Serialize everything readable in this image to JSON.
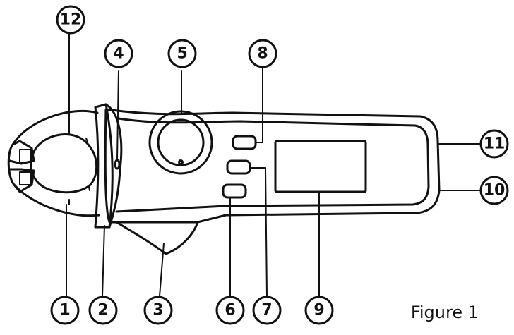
{
  "figure": {
    "caption": "Figure 1",
    "callouts": [
      {
        "id": "1",
        "label": "1"
      },
      {
        "id": "2",
        "label": "2"
      },
      {
        "id": "3",
        "label": "3"
      },
      {
        "id": "4",
        "label": "4"
      },
      {
        "id": "5",
        "label": "5"
      },
      {
        "id": "6",
        "label": "6"
      },
      {
        "id": "7",
        "label": "7"
      },
      {
        "id": "8",
        "label": "8"
      },
      {
        "id": "9",
        "label": "9"
      },
      {
        "id": "10",
        "label": "10"
      },
      {
        "id": "11",
        "label": "11"
      },
      {
        "id": "12",
        "label": "12"
      }
    ],
    "colors": {
      "stroke": "#111111",
      "background": "#ffffff"
    }
  }
}
